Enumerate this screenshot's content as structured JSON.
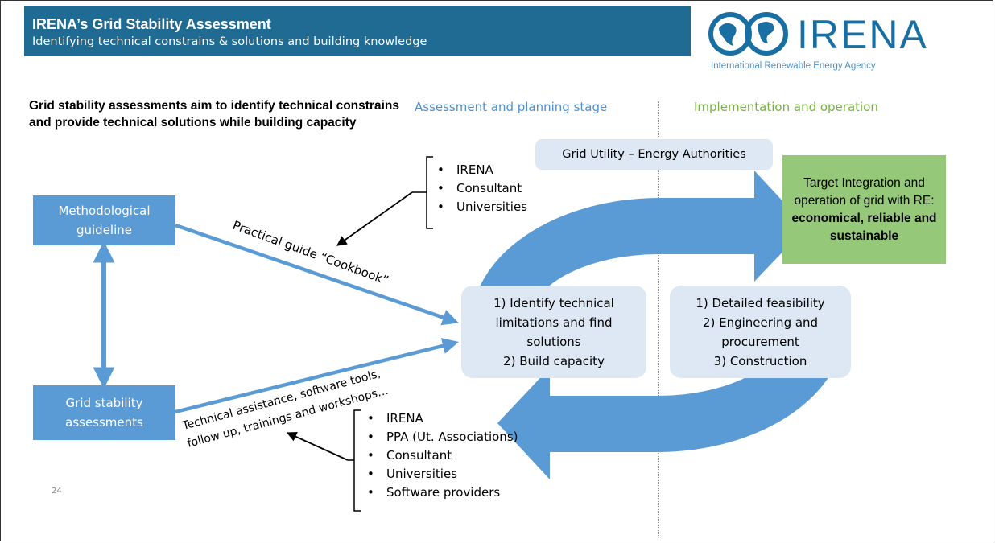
{
  "header": {
    "title": "IRENA’s Grid Stability Assessment",
    "subtitle": "Identifying technical constrains & solutions and building knowledge"
  },
  "logo": {
    "text": "IRENA",
    "tagline": "International Renewable Energy Agency",
    "brand_color": "#1a6fa2"
  },
  "intro_text": "Grid stability assessments aim to identify technical constrains and provide technical solutions while building capacity",
  "stages": {
    "left": "Assessment and planning stage",
    "right": "Implementation and operation"
  },
  "boxes": {
    "methodological": "Methodological guideline",
    "grid_assessments": "Grid stability assessments",
    "utility": "Grid Utility – Energy Authorities",
    "target_line1": "Target Integration and operation of grid with RE:",
    "target_line2": "economical, reliable and sustainable",
    "assessment_items": [
      "1) Identify technical limitations and find solutions",
      "2) Build capacity"
    ],
    "implementation_items": [
      "1) Detailed feasibility",
      "2) Engineering and procurement",
      "3) Construction"
    ]
  },
  "labels": {
    "cookbook": "Practical guide “Cookbook”",
    "tech_line1": "Technical assistance, software tools,",
    "tech_line2": "follow up, trainings and workshops…"
  },
  "lists": {
    "top": [
      "IRENA",
      "Consultant",
      "Universities"
    ],
    "bottom": [
      "IRENA",
      "PPA (Ut. Associations)",
      "Consultant",
      "Universities",
      "Software providers"
    ]
  },
  "page_number": "24",
  "colors": {
    "banner": "#1f6b94",
    "box_blue": "#5b9bd5",
    "light_box": "#dde8f4",
    "target_green": "#96c87a",
    "stage_left": "#4f8fd0",
    "stage_right": "#77b042"
  }
}
